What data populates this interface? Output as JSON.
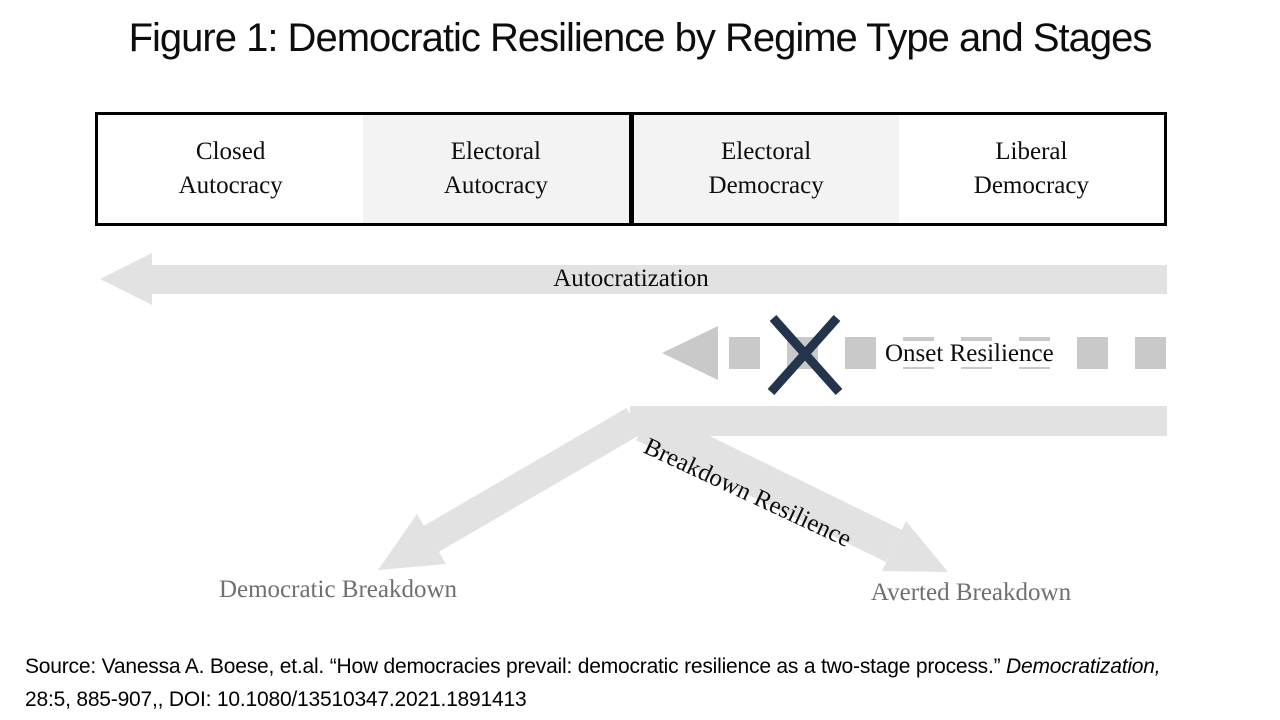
{
  "title": "Figure 1: Democratic Resilience by Regime Type and Stages",
  "regime_table": {
    "cells": [
      {
        "label": "Closed\nAutocracy"
      },
      {
        "label": "Electoral\nAutocracy"
      },
      {
        "label": "Electoral\nDemocracy"
      },
      {
        "label": "Liberal\nDemocracy"
      }
    ]
  },
  "labels": {
    "autocratization": "Autocratization",
    "onset_resilience": "Onset Resilience",
    "breakdown_resilience": "Breakdown Resilience",
    "democratic_breakdown": "Democratic Breakdown",
    "averted_breakdown": "Averted Breakdown"
  },
  "colors": {
    "arrow_gray": "#e2e2e2",
    "dash_gray": "#c9c9c9",
    "cross_navy": "#24344d",
    "cell_shaded": "#f3f3f3",
    "muted_label_gray": "#6f6f6f"
  },
  "source": {
    "prefix": "Source: Vanessa A. Boese, et.al. “How democracies prevail: democratic resilience as a two-stage process.” ",
    "italic": "Democratization,",
    "line2": "28:5, 885-907,, DOI: 10.1080/13510347.2021.1891413"
  }
}
